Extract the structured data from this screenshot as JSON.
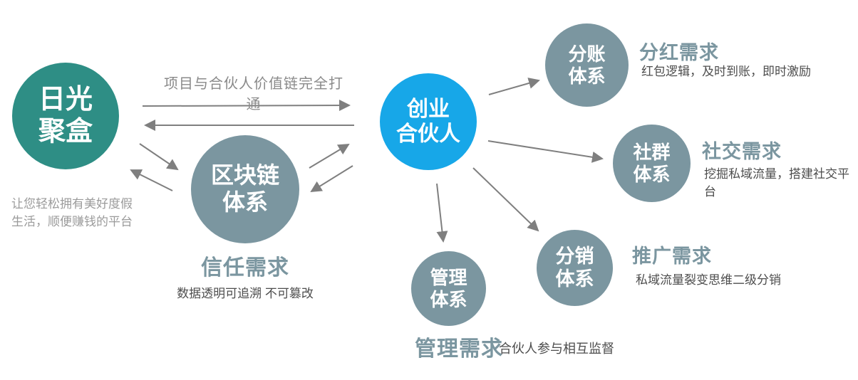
{
  "palette": {
    "teal": "#2e8e85",
    "slate": "#7b96a0",
    "blue": "#17a7e8",
    "graytext": "#9b9b9b",
    "darktext": "#4d4d4d",
    "arrow": "#7f7f7f"
  },
  "connections": {
    "top_label": "项目与合伙人价值链完全打通"
  },
  "nodes": {
    "platform": {
      "label": "日光\n聚盒",
      "caption": "让您轻松拥有美好度假\n生活，顺便赚钱的平台"
    },
    "blockchain": {
      "label": "区块链\n体系",
      "heading": "信任需求",
      "desc": "数据透明可追溯 不可篡改"
    },
    "partner": {
      "label": "创业\n合伙人"
    },
    "ledger": {
      "label": "分账\n体系",
      "heading": "分红需求",
      "desc": "红包逻辑，及时到账，即时激励"
    },
    "community": {
      "label": "社群\n体系",
      "heading": "社交需求",
      "desc": "挖掘私域流量，搭建社交平台"
    },
    "distribution": {
      "label": "分销\n体系",
      "heading": "推广需求",
      "desc": "私域流量裂变思维二级分销"
    },
    "management": {
      "label": "管理\n体系",
      "heading": "管理需求",
      "desc": "合伙人参与相互监督"
    }
  }
}
